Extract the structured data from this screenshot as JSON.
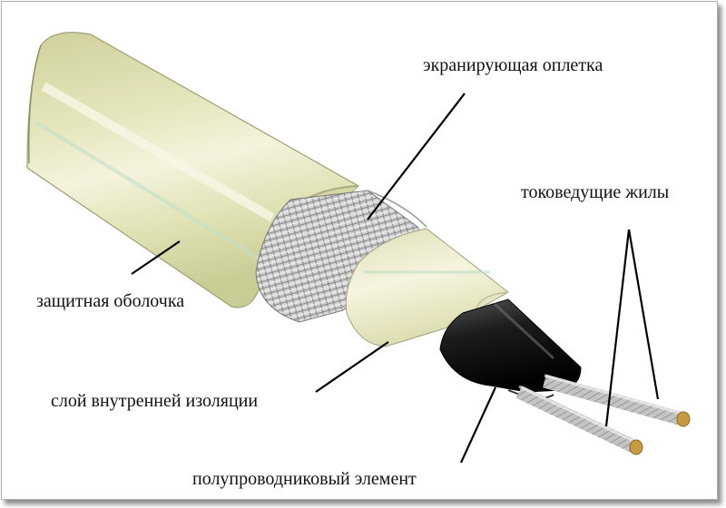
{
  "labels": {
    "shield_braid": "экранирующая оплетка",
    "conductors": "токоведущие жилы",
    "outer_jacket": "защитная оболочка",
    "inner_insulation": "слой внутренней изоляции",
    "semiconductor": "полупроводниковый элемент"
  },
  "colors": {
    "jacket": "#e2e3b0",
    "jacket_highlight": "#f3f1d6",
    "braid": "#d8d8d8",
    "inner_insulation": "#f1efd2",
    "semiconductor": "#1a1a1a",
    "conductor": "#bfbfbf",
    "copper_tip": "#c69a3e",
    "leader_line": "#000000"
  }
}
